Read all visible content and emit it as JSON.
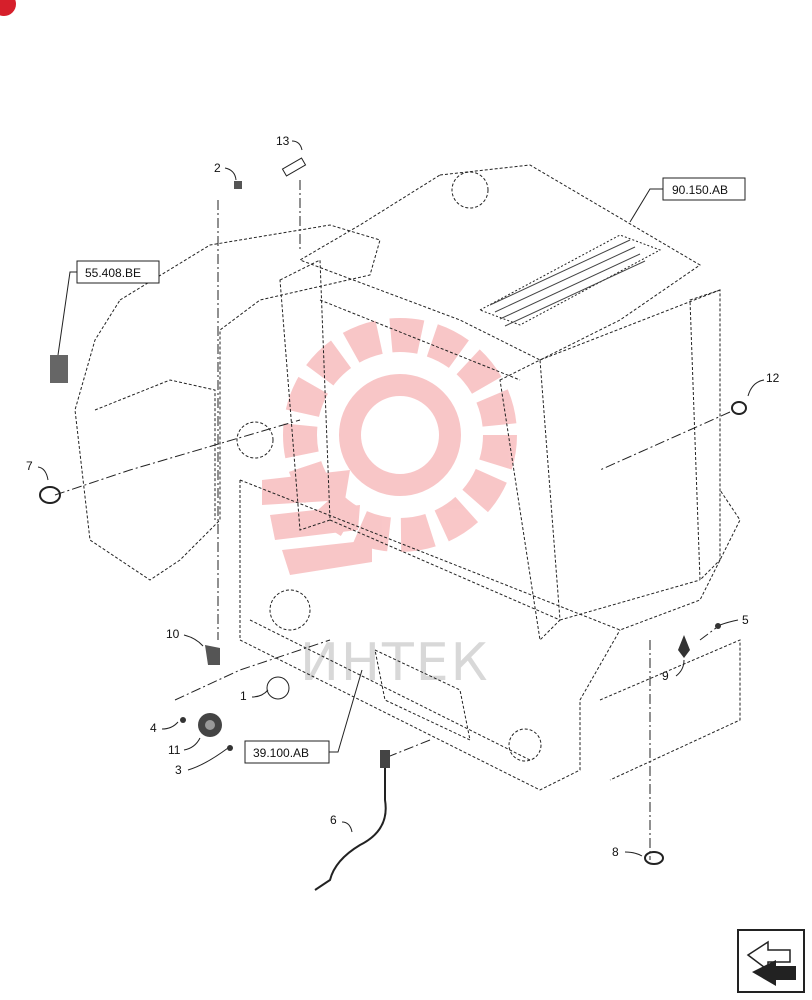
{
  "watermark": {
    "text": "ИНТЕК"
  },
  "callouts": [
    "1",
    "2",
    "3",
    "4",
    "5",
    "6",
    "7",
    "8",
    "9",
    "10",
    "11",
    "12",
    "13"
  ],
  "references": [
    "90.150.AB",
    "55.408.BE",
    "39.100.AB"
  ],
  "colors": {
    "line": "#222222",
    "watermark_red": "#e8353a",
    "badge": "#d61f2b"
  },
  "icons": [
    "corner-badge-icon",
    "nav-arrow-icon"
  ]
}
